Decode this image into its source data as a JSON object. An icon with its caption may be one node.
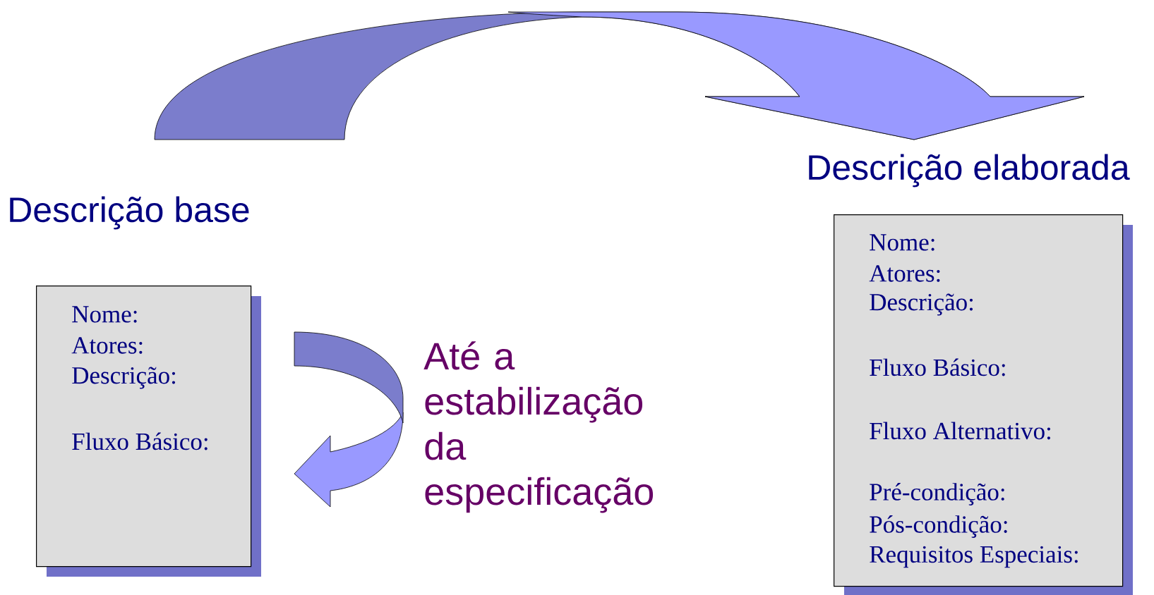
{
  "diagram": {
    "nodes": [
      {
        "text": [
          "Descrição base",
          "Nome:",
          "Atores:",
          "Descrição:",
          "Fluxo Básico:"
        ]
      },
      {
        "text": [
          "Descrição elaborada",
          "Nome:",
          "Atores:",
          "Descrição:",
          "Fluxo Básico:",
          "Fluxo Alternativo:",
          "Pré-condição:",
          "Pós-condição:",
          "Requisitos Especiais:"
        ]
      }
    ],
    "edges": [
      {
        "from": 0,
        "to": 1,
        "arrow": "to"
      },
      {
        "from": 0,
        "to": 0,
        "arrow": "to",
        "label": "Até a estabilização da especificação"
      }
    ]
  }
}
